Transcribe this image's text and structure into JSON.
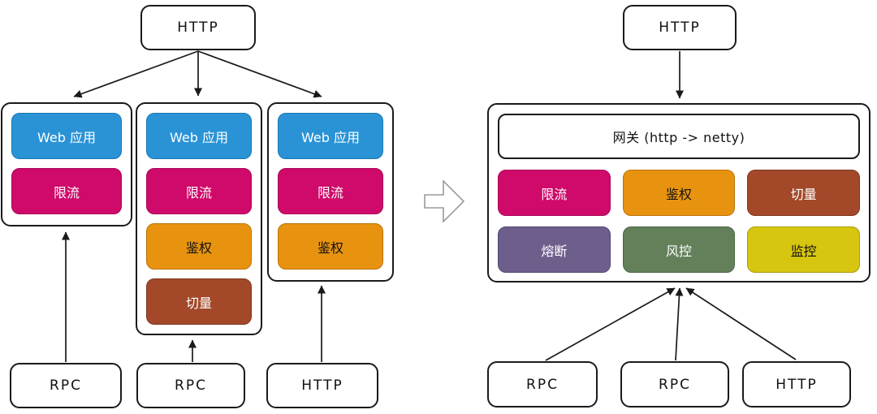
{
  "colors": {
    "blue": {
      "bg": "#2A93D6",
      "border": "#1878B4",
      "text": "#FFFFFF"
    },
    "magenta": {
      "bg": "#CF0A6A",
      "border": "#A80856",
      "text": "#FFFFFF"
    },
    "orange": {
      "bg": "#E8930F",
      "border": "#BA7409",
      "text": "#111111"
    },
    "brown": {
      "bg": "#A3492A",
      "border": "#7C3720",
      "text": "#FFFFFF"
    },
    "purple": {
      "bg": "#6E5E8C",
      "border": "#544770",
      "text": "#FFFFFF"
    },
    "green": {
      "bg": "#63805B",
      "border": "#4C6546",
      "text": "#FFFFFF"
    },
    "yellow": {
      "bg": "#D7C60F",
      "border": "#A89A0B",
      "text": "#111111"
    }
  },
  "left": {
    "top_node": {
      "label": "HTTP"
    },
    "columns": [
      {
        "stack": [
          {
            "label": "Web 应用",
            "color": "blue"
          },
          {
            "label": "限流",
            "color": "magenta"
          }
        ]
      },
      {
        "stack": [
          {
            "label": "Web 应用",
            "color": "blue"
          },
          {
            "label": "限流",
            "color": "magenta"
          },
          {
            "label": "鉴权",
            "color": "orange"
          },
          {
            "label": "切量",
            "color": "brown"
          }
        ]
      },
      {
        "stack": [
          {
            "label": "Web 应用",
            "color": "blue"
          },
          {
            "label": "限流",
            "color": "magenta"
          },
          {
            "label": "鉴权",
            "color": "orange"
          }
        ]
      }
    ],
    "bottom_nodes": [
      {
        "label": "RPC"
      },
      {
        "label": "RPC"
      },
      {
        "label": "HTTP"
      }
    ]
  },
  "right": {
    "top_node": {
      "label": "HTTP"
    },
    "gateway": {
      "title": "网关 (http -> netty)",
      "modules": [
        [
          {
            "label": "限流",
            "color": "magenta"
          },
          {
            "label": "鉴权",
            "color": "orange"
          },
          {
            "label": "切量",
            "color": "brown"
          }
        ],
        [
          {
            "label": "熔断",
            "color": "purple"
          },
          {
            "label": "风控",
            "color": "green"
          },
          {
            "label": "监控",
            "color": "yellow"
          }
        ]
      ]
    },
    "bottom_nodes": [
      {
        "label": "RPC"
      },
      {
        "label": "RPC"
      },
      {
        "label": "HTTP"
      }
    ]
  }
}
